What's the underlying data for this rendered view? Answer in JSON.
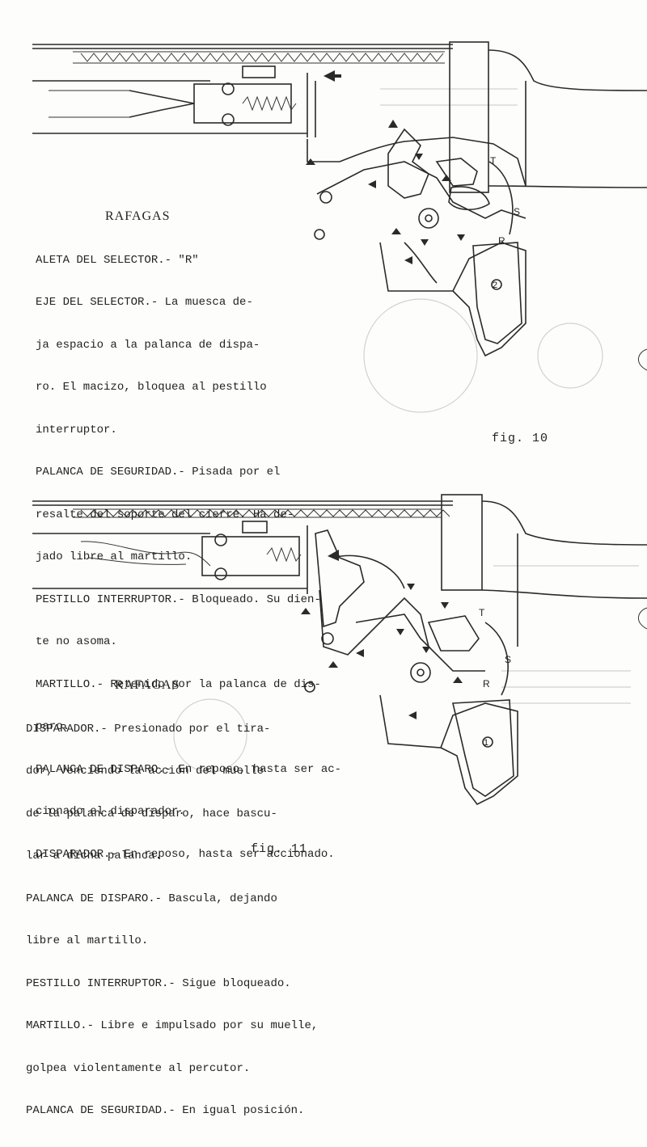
{
  "figure_10": {
    "heading": "RAFAGAS",
    "lines": [
      "ALETA DEL SELECTOR.- \"R\"",
      "EJE DEL SELECTOR.- La muesca de-",
      "ja espacio a la palanca de dispa-",
      "ro. El macizo, bloquea al pestillo",
      "interruptor.",
      "PALANCA DE SEGURIDAD.- Pisada por el",
      "resalte del soporte del cierre. Ha de-",
      "jado libre al martillo.",
      "PESTILLO INTERRUPTOR.- Bloqueado. Su dien-",
      "te no asoma.",
      "MARTILLO.- Retenido por la palanca de dis-",
      "paro.",
      "PALANCA DE DISPARO.- En reposo, hasta ser ac-",
      "cionado el disparador.",
      "DISPARADOR.- En reposo, hasta ser accionado."
    ],
    "label": "fig. 10",
    "diagram_letters": {
      "t": "T",
      "s": "S",
      "r": "R",
      "part": "2"
    }
  },
  "figure_11": {
    "heading": "RAFAGAS",
    "lines": [
      "DISPARADOR.- Presionado por el tira-",
      "dor, venciendo la acción del muelle",
      "de la palanca de disparo, hace bascu-",
      "lar a dicha palanca.",
      "PALANCA DE DISPARO.- Bascula, dejando",
      "libre al martillo.",
      "PESTILLO INTERRUPTOR.- Sigue bloqueado.",
      "MARTILLO.- Libre e impulsado por su muelle,",
      "golpea violentamente al percutor.",
      "PALANCA DE SEGURIDAD.- En igual posición."
    ],
    "label": "fig. 11",
    "diagram_letters": {
      "t": "T",
      "s": "S",
      "r": "R",
      "part": "1"
    }
  }
}
